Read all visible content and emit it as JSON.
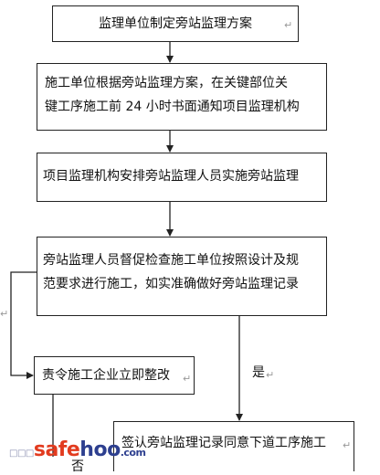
{
  "flow": {
    "step1": "监理单位制定旁站监理方案",
    "step2_line1": "施工单位根据旁站监理方案，在关键部位关",
    "step2_line2": "键工序施工前 24 小时书面通知项目监理机构",
    "step3": "项目监理机构安排旁站监理人员实施旁站监理",
    "step4_line1": "旁站监理人员督促检查施工单位按照设计及规",
    "step4_line2": "范要求进行施工，如实准确做好旁站监理记录",
    "step5": "责令施工企业立即整改",
    "step6": "签认旁站监理记录同意下道工序施工",
    "label_yes": "是",
    "label_no": "否"
  },
  "paragraph_mark": "↵",
  "watermark": {
    "dots": "□□□",
    "brand_a": "safe",
    "brand_b": "hoo",
    "tld": ".com"
  }
}
